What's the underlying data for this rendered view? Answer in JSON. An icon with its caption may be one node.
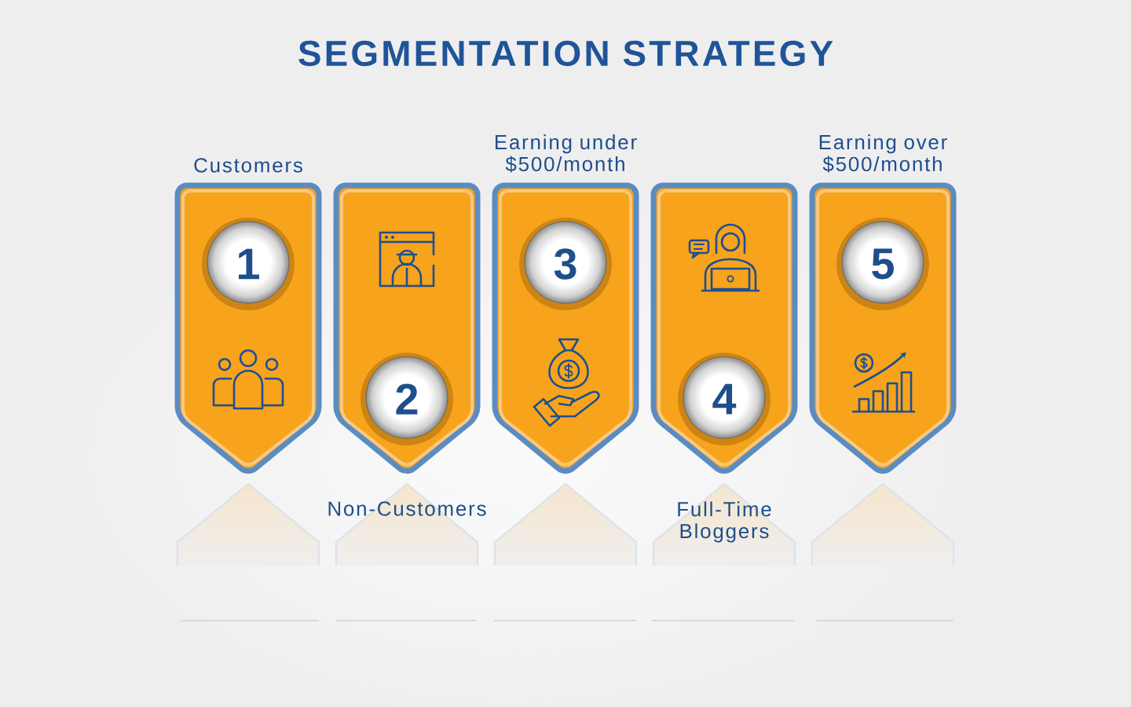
{
  "diagram": {
    "title": "SEGMENTATION STRATEGY",
    "nodes": [
      {
        "text": [
          "1"
        ],
        "beside": [
          "Customers"
        ]
      },
      {
        "text": [
          "2"
        ],
        "beside": [
          "Non-Customers"
        ]
      },
      {
        "text": [
          "3"
        ],
        "beside": [
          "Earning under $500/month"
        ]
      },
      {
        "text": [
          "4"
        ],
        "beside": [
          "Full-Time Bloggers"
        ]
      },
      {
        "text": [
          "5"
        ],
        "beside": [
          "Earning over $500/month"
        ]
      }
    ]
  }
}
